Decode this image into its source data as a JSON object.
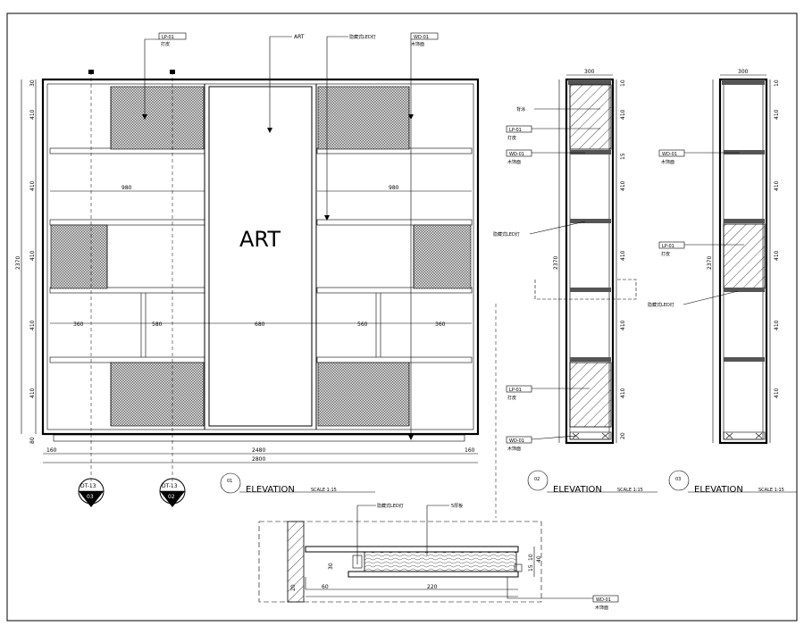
{
  "main_art_label": "ART",
  "callouts": {
    "art_top": "ART",
    "leather_code": "LP-01",
    "leather_text": "打皮",
    "led_text": "隐藏式LED灯",
    "wood_code": "WD-01",
    "wood_text": "木饰面",
    "back_plate": "背涂",
    "board_text": "5厚板"
  },
  "dimensions": {
    "row_height": "410",
    "total_height": "2370",
    "span_980": "980",
    "gap_30": "30",
    "d360": "360",
    "d580": "580",
    "d680": "680",
    "d560": "560",
    "d2480": "2480",
    "d2800": "2800",
    "d160": "160",
    "d60": "60",
    "d300": "300",
    "d10": "10",
    "d15": "15",
    "d20": "20",
    "d40": "40",
    "d220": "220",
    "d80": "80"
  },
  "sections": [
    {
      "code": "DT-13",
      "sheet": "03"
    },
    {
      "code": "DT-13",
      "sheet": "02"
    }
  ],
  "elevations": [
    {
      "number": "01",
      "title": "ELEVATION",
      "scale": "SCALE  1:15"
    },
    {
      "number": "02",
      "title": "ELEVATION",
      "scale": "SCALE  1:15"
    },
    {
      "number": "03",
      "title": "ELEVATION",
      "scale": "SCALE  1:15"
    }
  ]
}
